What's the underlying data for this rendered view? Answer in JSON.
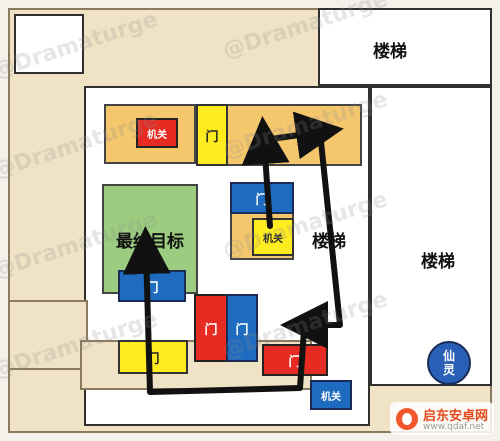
{
  "labels": {
    "stairs_top": "楼梯",
    "stairs_mid": "楼梯",
    "stairs_right": "楼梯",
    "final_goal": "最终目标",
    "mechanism_1": "机关",
    "mechanism_2": "机关",
    "mechanism_3": "机关",
    "door": "门",
    "immortal_line1": "仙",
    "immortal_line2": "灵"
  },
  "watermark": {
    "text": "@Dramaturge",
    "site": "启东安卓网",
    "url": "www.qdaf.net"
  },
  "colors": {
    "red": "#e52b22",
    "blue": "#1f6bbf",
    "yellow": "#ffec1f",
    "orange": "#f4c76d",
    "green": "#9ccc7f",
    "arrow": "#111111"
  },
  "icons": {
    "arrow": "arrow-icon",
    "logo": "site-logo-icon"
  }
}
